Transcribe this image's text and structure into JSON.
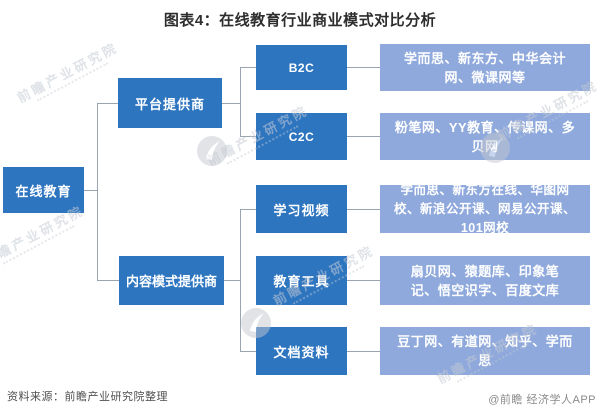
{
  "title": "图表4：在线教育行业商业模式对比分析",
  "diagram": {
    "root": {
      "label": "在线教育"
    },
    "branches": [
      {
        "label": "平台提供商",
        "children": [
          {
            "label": "B2C",
            "partners": "学而思、新东方、中华会计网、微课网等"
          },
          {
            "label": "C2C",
            "partners": "粉笔网、YY教育、传课网、多贝网"
          }
        ]
      },
      {
        "label": "内容模式提供商",
        "children": [
          {
            "label": "学习视频",
            "partners": "学而思、新东方在线、华图网校、新浪公开课、网易公开课、101网校"
          },
          {
            "label": "教育工具",
            "partners": "扇贝网、猿题库、印象笔记、悟空识字、百度文库"
          },
          {
            "label": "文档资料",
            "partners": "豆丁网、有道网、知乎、学而思"
          }
        ]
      }
    ]
  },
  "footer": {
    "source": "资料来源：前瞻产业研究院整理",
    "credit": "@前瞻 经济学人APP"
  },
  "watermark": {
    "text": "前瞻产业研究院"
  },
  "colors": {
    "dark_box": "#2e75c0",
    "light_box": "#8fa9dc",
    "connector": "#9aa5b1"
  }
}
